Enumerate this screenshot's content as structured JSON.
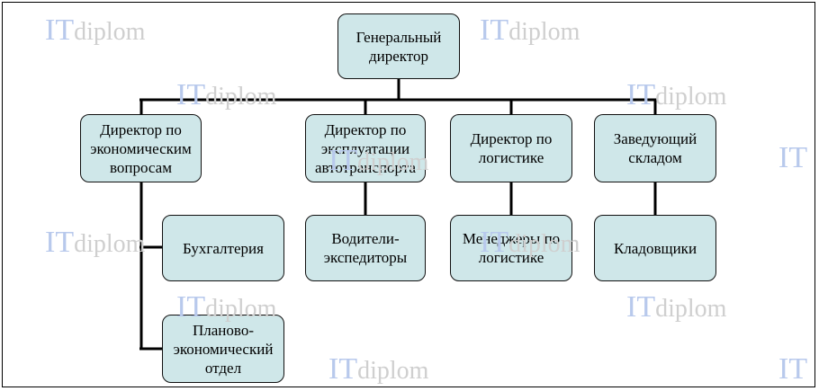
{
  "watermark": {
    "brand": "IT",
    "suffix": "diplom"
  },
  "nodes": {
    "ceo": "Генеральный\nдиректор",
    "econ_director": "Директор по\nэкономическим\nвопросам",
    "transport_director": "Директор по\nэксплуатации\nавтотранспорта",
    "logistics_director": "Директор по\nлогистике",
    "warehouse_head": "Заведующий\nскладом",
    "accounting": "Бухгалтерия",
    "drivers": "Водители-\nэкспедиторы",
    "logistics_managers": "Менеджеры по\nлогистике",
    "storekeepers": "Кладовщики",
    "planning_dept": "Планово-\nэкономический\nотдел"
  },
  "colors": {
    "node_fill": "#cfe7e9",
    "line": "#000000",
    "wm_it": "#b8c9ec",
    "wm_diplom": "#cfcfcf"
  }
}
